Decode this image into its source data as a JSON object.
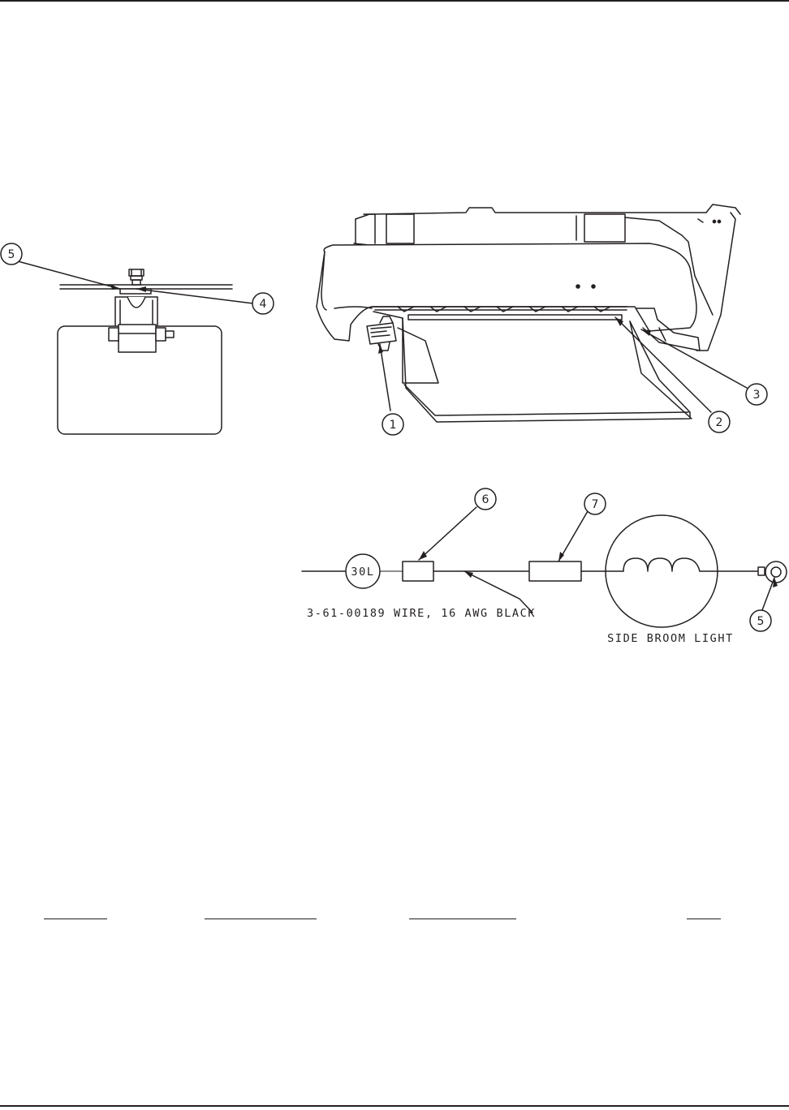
{
  "callouts": {
    "c1": "1",
    "c2": "2",
    "c3": "3",
    "c4": "4",
    "c5": "5",
    "c6": "6",
    "c7": "7"
  },
  "wiring": {
    "circuit_label": "30L",
    "wire_note": "3-61-00189 WIRE, 16 AWG BLACK",
    "light_label": "SIDE BROOM LIGHT"
  },
  "parts_table": {
    "headers": [
      "",
      "",
      "",
      ""
    ]
  }
}
